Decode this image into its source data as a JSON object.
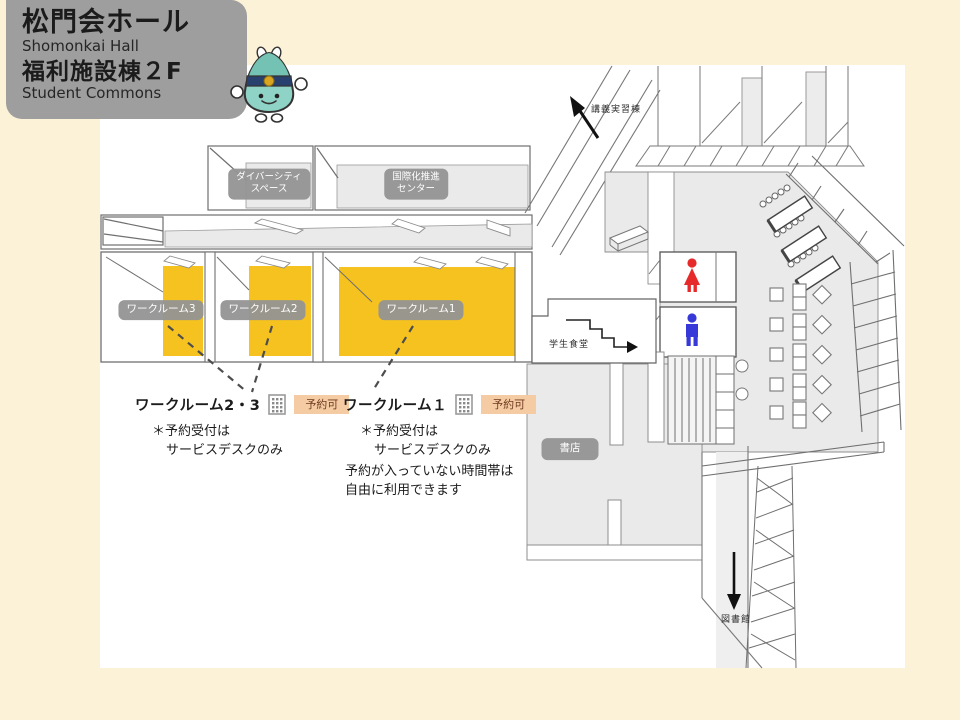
{
  "header": {
    "title_ja": "松門会ホール",
    "title_en": "Shomonkai Hall",
    "subtitle_ja": "福利施設棟２F",
    "subtitle_en": "Student Commons"
  },
  "rooms": {
    "diversity_space": "ダイバーシティ\nスペース",
    "international_center": "国際化推進\nセンター",
    "workroom3": "ワークルーム3",
    "workroom2": "ワークルーム2",
    "workroom1": "ワークルーム1",
    "bookstore": "書店"
  },
  "directions": {
    "lecture_building": "講義実習棟",
    "cafeteria": "学生食堂",
    "library": "図書館"
  },
  "legend": {
    "block_2_3": {
      "title": "ワークルーム2・3",
      "badge": "予約可",
      "note1": "＊予約受付は",
      "note2": "サービスデスクのみ"
    },
    "block_1": {
      "title": "ワークルーム１",
      "badge": "予約可",
      "note1": "＊予約受付は",
      "note2": "サービスデスクのみ",
      "note3": "予約が入っていない時間帯は",
      "note4": "自由に利用できます"
    }
  },
  "icons": {
    "mascot": "school-mascot-character",
    "reservation": "calendar-grid-icon",
    "restroom_female": "female-restroom-icon",
    "restroom_male": "male-restroom-icon",
    "arrow_up": "arrow-to-lecture-building",
    "arrow_right": "arrow-to-cafeteria",
    "arrow_down": "arrow-to-library"
  },
  "colors": {
    "page_background": "#FBF2D7",
    "title_block": "#9E9E9E",
    "highlight_yellow": "#F6C21F",
    "floor_gray": "#EAEAEA",
    "label_gray": "#949494",
    "badge_background": "#F5CBA3",
    "badge_text": "#6E3A1F",
    "restroom_female": "#E62A2A",
    "restroom_male": "#3638D8"
  }
}
